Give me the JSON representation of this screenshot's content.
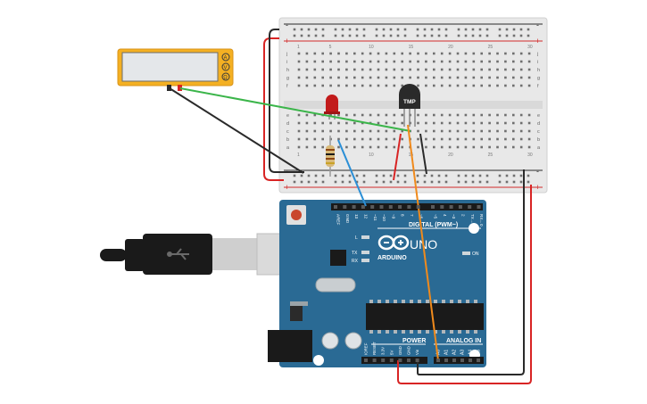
{
  "colors": {
    "background": "#ffffff",
    "breadboard": "#e8e8e8",
    "breadboard_hole": "#6f6f6f",
    "rail_red": "#d22a2a",
    "rail_blue": "#2a2a2a",
    "multimeter_body": "#f4b022",
    "multimeter_screen": "#e4e7ea",
    "arduino_blue": "#2a6a94",
    "arduino_dark": "#1f4f70",
    "wire_red": "#d82424",
    "wire_black": "#2a2a2a",
    "wire_green": "#3bb54a",
    "wire_blue": "#2b8fd6",
    "wire_orange": "#f08a1c",
    "led_red": "#c21b1b",
    "usb_black": "#1a1a1a",
    "usb_gray": "#d7d7d7"
  },
  "multimeter": {
    "mode_a": "A",
    "mode_v": "V",
    "mode_r": "Ω"
  },
  "sensor": {
    "label": "TMP"
  },
  "breadboard": {
    "rail_plus": "+",
    "rail_minus": "-",
    "row_letters_top": [
      "j",
      "i",
      "h",
      "g",
      "f"
    ],
    "row_letters_bottom": [
      "e",
      "d",
      "c",
      "b",
      "a"
    ],
    "column_numbers": [
      "1",
      "5",
      "10",
      "15",
      "20",
      "25",
      "30"
    ]
  },
  "arduino": {
    "logo": "ARDUINO",
    "model": "UNO",
    "digital_label": "DIGITAL (PWM~)",
    "power_label": "POWER",
    "analog_label": "ANALOG IN",
    "led_l": "L",
    "led_tx": "TX",
    "led_rx": "RX",
    "led_on": "ON",
    "digital_pins": [
      "AREF",
      "GND",
      "13",
      "12",
      "~11",
      "~10",
      "~9",
      "8",
      "7",
      "~6",
      "~5",
      "4",
      "~3",
      "2",
      "TX→1",
      "RX←0"
    ],
    "power_pins": [
      "IOREF",
      "RESET",
      "3.3V",
      "5V",
      "GND",
      "GND",
      "Vin"
    ],
    "analog_pins": [
      "A0",
      "A1",
      "A2",
      "A3",
      "A4",
      "A5"
    ]
  }
}
